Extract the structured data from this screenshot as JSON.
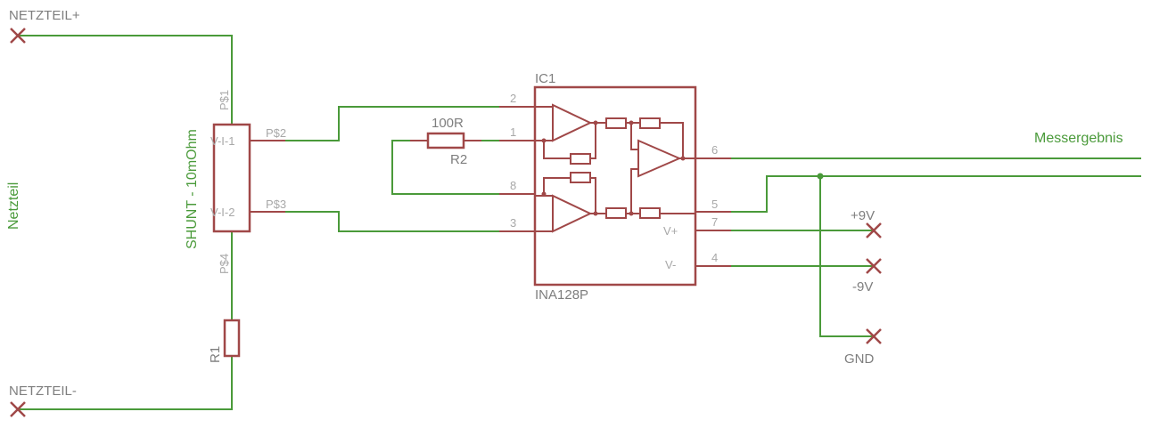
{
  "supply": {
    "plus_label": "NETZTEIL+",
    "minus_label": "NETZTEIL-",
    "net_label": "Netzteil"
  },
  "shunt": {
    "name": "SHUNT - 10mOhm",
    "pin1": "P$1",
    "pin2": "P$2",
    "pin3": "P$3",
    "pin4": "P$4",
    "inner_top": "V-I-1",
    "inner_bottom": "V-I-2"
  },
  "resistor_r1": {
    "name": "R1"
  },
  "resistor_r2": {
    "name": "R2",
    "value": "100R"
  },
  "ic": {
    "name": "IC1",
    "part": "INA128P",
    "pins": {
      "p1": "1",
      "p2": "2",
      "p3": "3",
      "p4": "4",
      "p5": "5",
      "p6": "6",
      "p7": "7",
      "p8": "8"
    },
    "vplus": "V+",
    "vminus": "V-"
  },
  "outputs": {
    "result": "Messergebnis",
    "pos_supply": "+9V",
    "neg_supply": "-9V",
    "ground": "GND"
  },
  "colors": {
    "wire": "#4a9a3a",
    "component": "#a04848",
    "label": "#7e7e7e",
    "pin_label": "#a8a8a8"
  }
}
